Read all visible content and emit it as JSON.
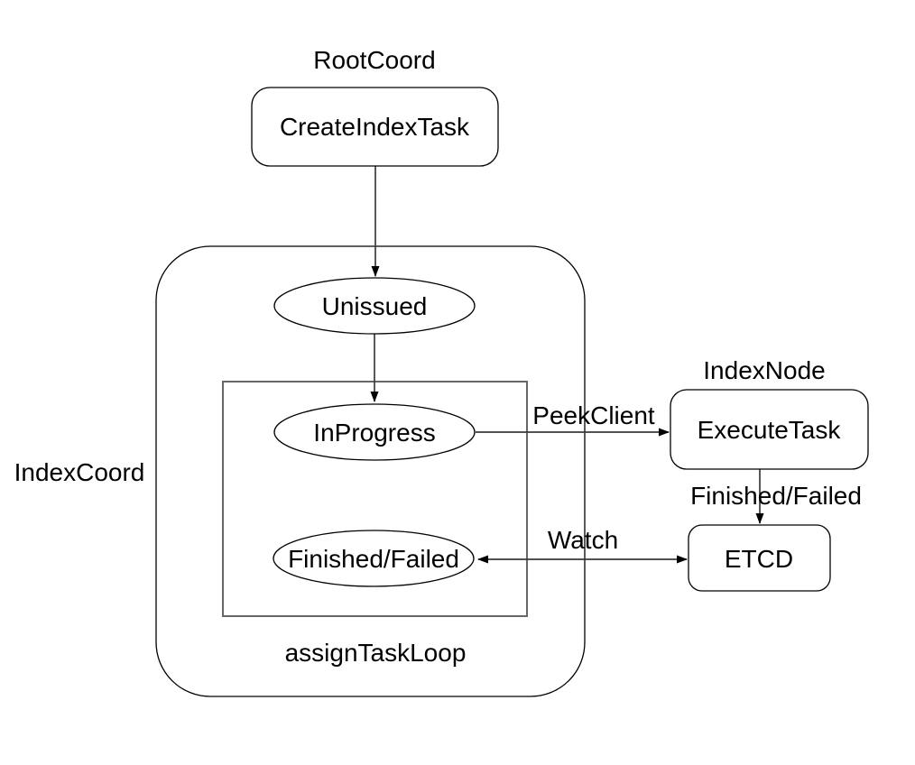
{
  "diagram": {
    "groups": {
      "root_coord": {
        "label": "RootCoord"
      },
      "index_coord": {
        "label": "IndexCoord"
      },
      "index_node": {
        "label": "IndexNode"
      },
      "assign_task_loop": {
        "label": "assignTaskLoop"
      }
    },
    "nodes": {
      "create_index_task": {
        "label": "CreateIndexTask"
      },
      "unissued": {
        "label": "Unissued"
      },
      "in_progress": {
        "label": "InProgress"
      },
      "finished_failed": {
        "label": "Finished/Failed"
      },
      "execute_task": {
        "label": "ExecuteTask"
      },
      "etcd": {
        "label": "ETCD"
      }
    },
    "edges": {
      "peek_client": {
        "label": "PeekClient"
      },
      "finished_failed": {
        "label": "Finished/Failed"
      },
      "watch": {
        "label": "Watch"
      }
    },
    "colors": {
      "background": "#ffffff",
      "shape_stroke": "#000000",
      "loop_box_stroke": "#666666",
      "arrow_stroke": "#3a3a3a",
      "text": "#000000"
    }
  }
}
